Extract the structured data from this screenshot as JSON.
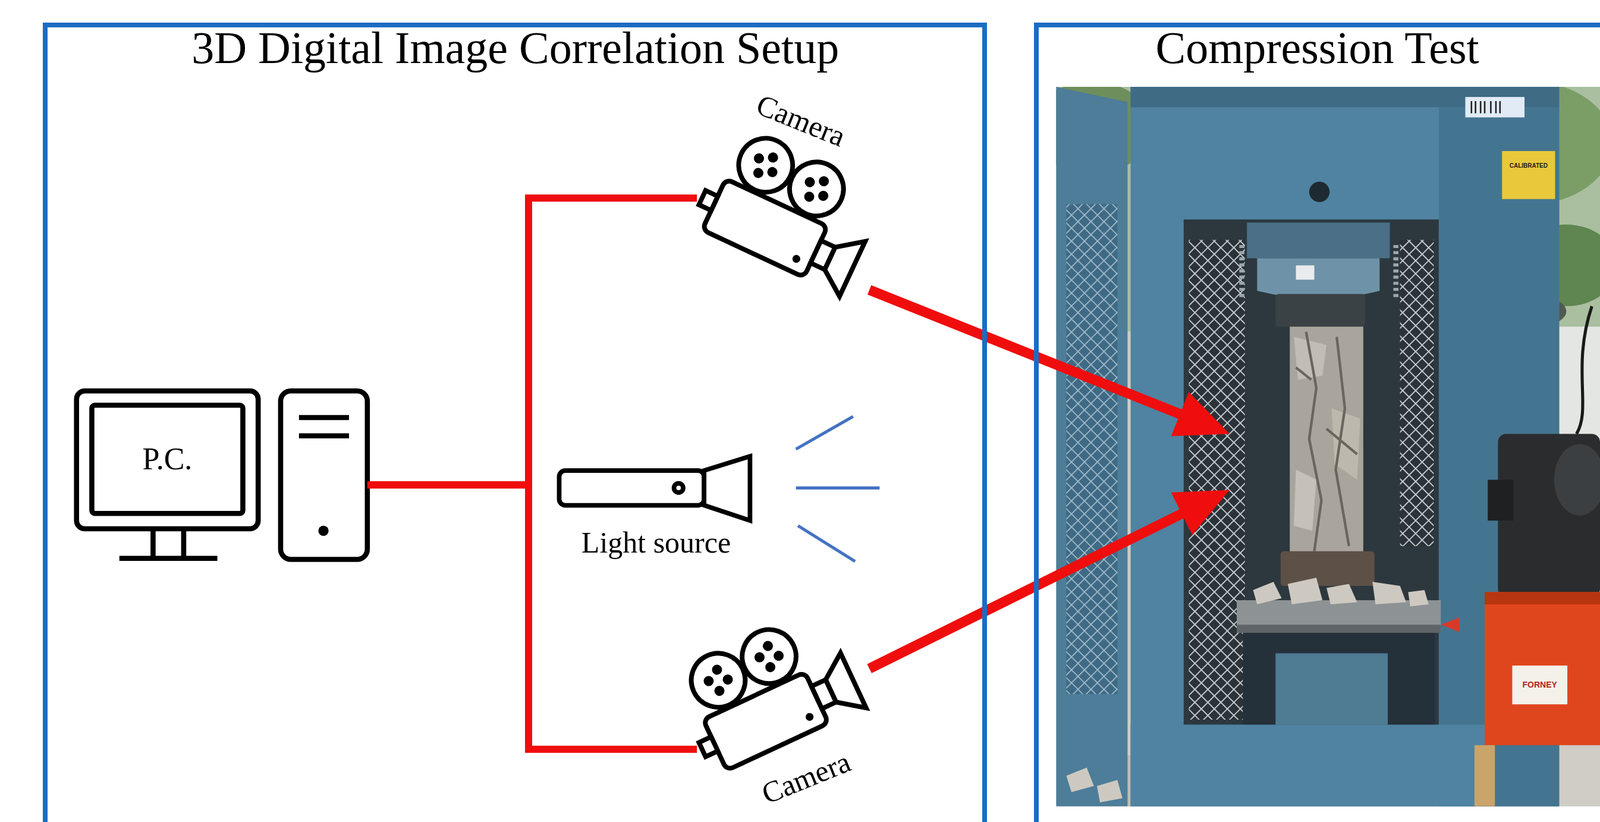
{
  "diagram": {
    "nodes": [
      {
        "text": [
          "3D Digital Image Correlation Setup"
        ]
      },
      {
        "text": [
          "P.C."
        ],
        "in": 0
      },
      {
        "text": [
          "Camera"
        ],
        "in": 0
      },
      {
        "text": [
          "Light source"
        ],
        "in": 0
      },
      {
        "text": [
          "Camera"
        ],
        "in": 0
      },
      {
        "text": [
          "Compression Test"
        ]
      }
    ],
    "edges": [
      {
        "from": 1,
        "to": 2,
        "arrow": "none"
      },
      {
        "from": 1,
        "to": 4,
        "arrow": "none"
      },
      {
        "from": 2,
        "to": 5,
        "arrow": "to"
      },
      {
        "from": 4,
        "to": 5,
        "arrow": "to"
      }
    ],
    "labels": [
      "CALIBRATED",
      "FORNEY"
    ]
  }
}
